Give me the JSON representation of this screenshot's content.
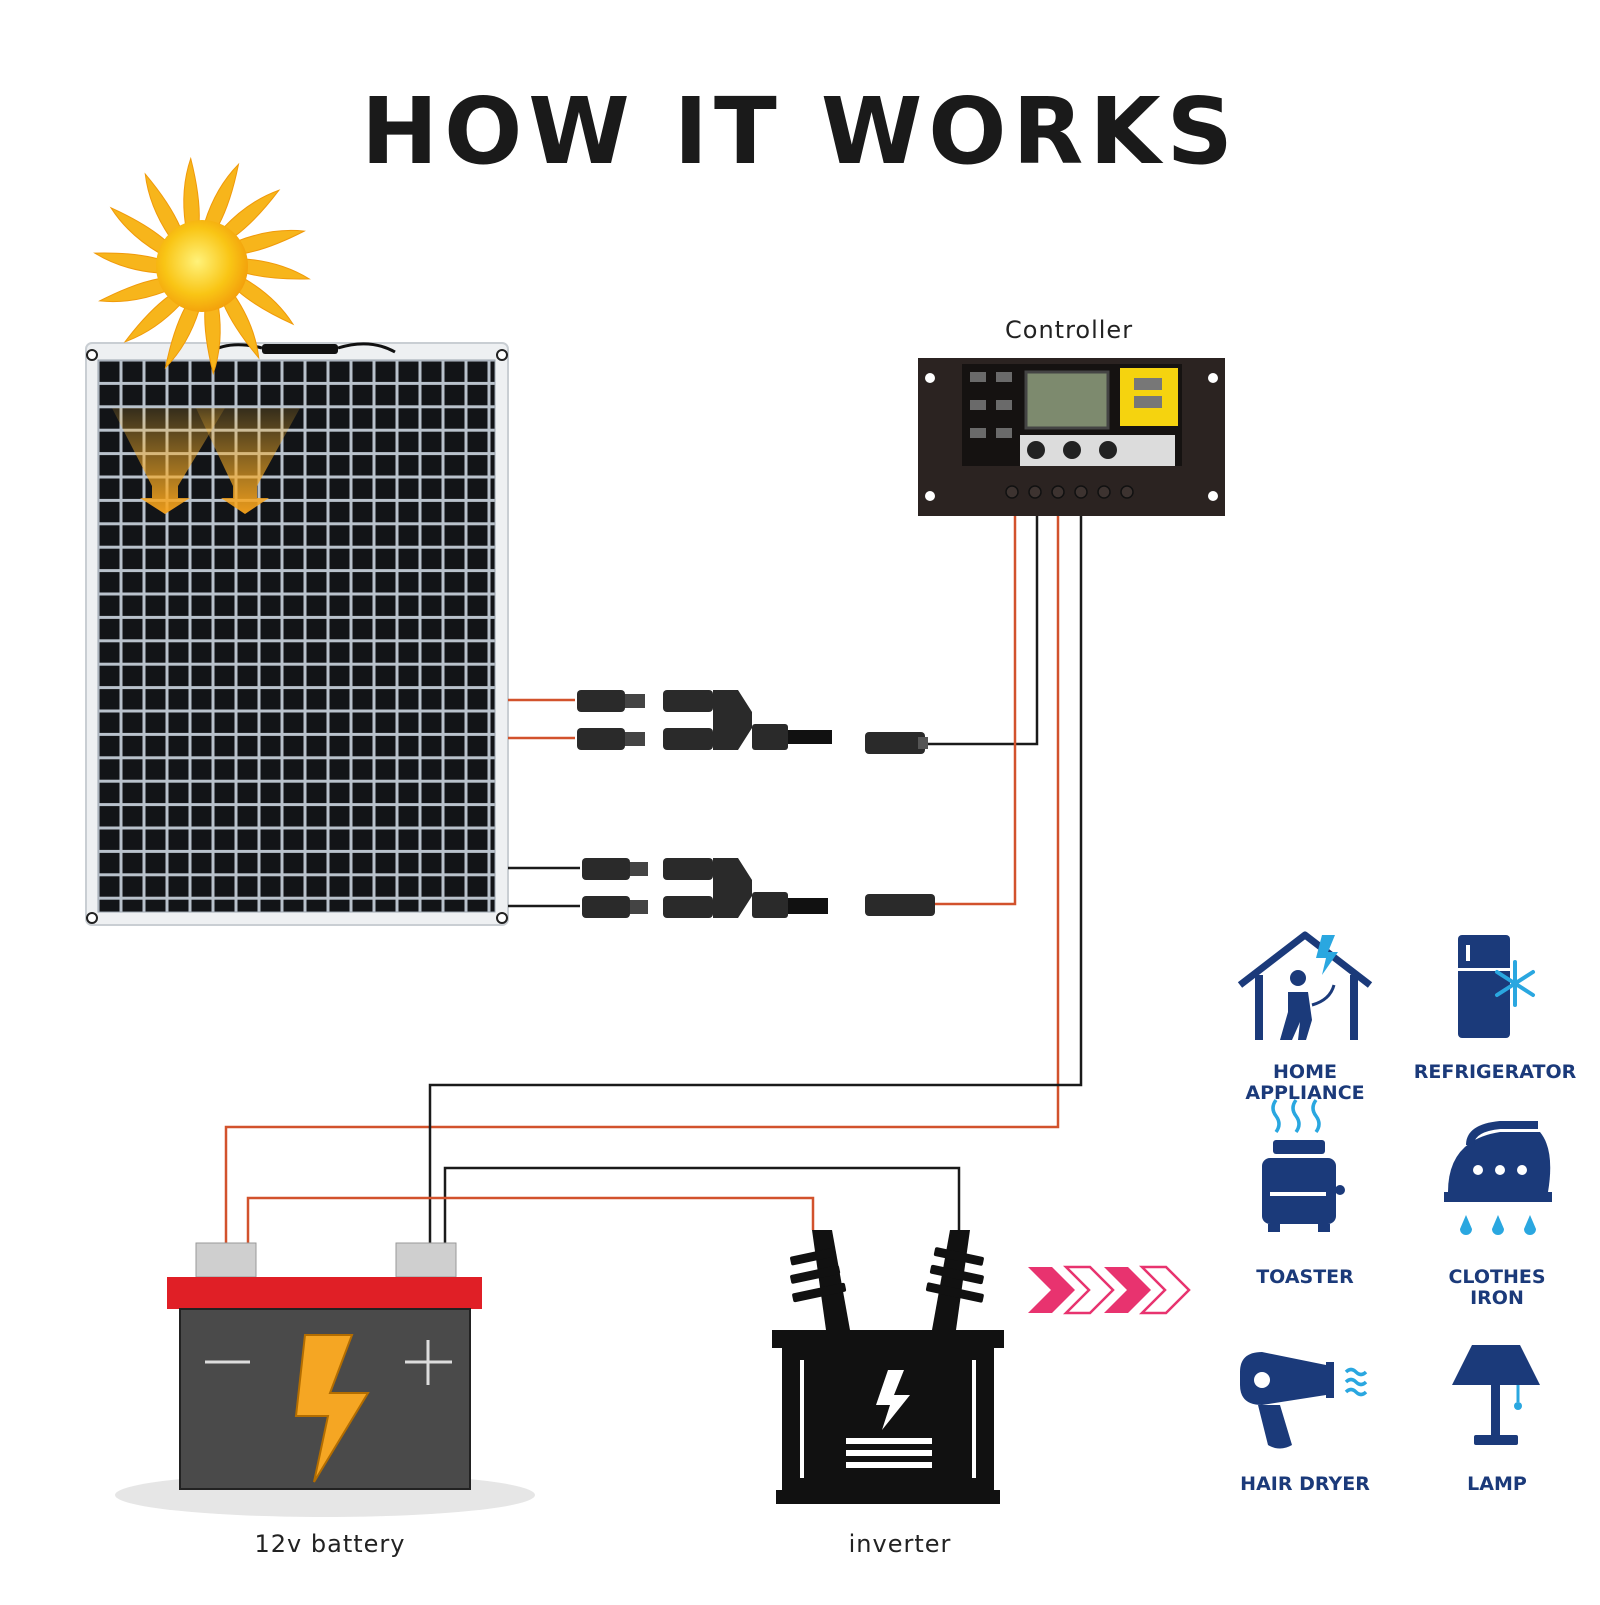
{
  "title": "HOW IT WORKS",
  "labels": {
    "controller": "Controller",
    "battery": "12v battery",
    "inverter": "inverter"
  },
  "appliances": [
    {
      "label_line1": "HOME",
      "label_line2": "APPLIANCE",
      "icon": "home-appliance-icon"
    },
    {
      "label_line1": "REFRIGERATOR",
      "label_line2": "",
      "icon": "refrigerator-icon"
    },
    {
      "label_line1": "TOASTER",
      "label_line2": "",
      "icon": "toaster-icon"
    },
    {
      "label_line1": "CLOTHES",
      "label_line2": "IRON",
      "icon": "clothes-iron-icon"
    },
    {
      "label_line1": "HAIR DRYER",
      "label_line2": "",
      "icon": "hair-dryer-icon"
    },
    {
      "label_line1": "LAMP",
      "label_line2": "",
      "icon": "lamp-icon"
    }
  ],
  "colors": {
    "appliance_blue": "#1b3a7a",
    "appliance_accent": "#2aa7e0",
    "wire_red": "#d2522c",
    "wire_black": "#1a1a1a",
    "battery_top": "#e01f26",
    "bolt_orange": "#f5a623",
    "arrow_pink": "#e8336f",
    "sun_yellow": "#f7c21b"
  }
}
